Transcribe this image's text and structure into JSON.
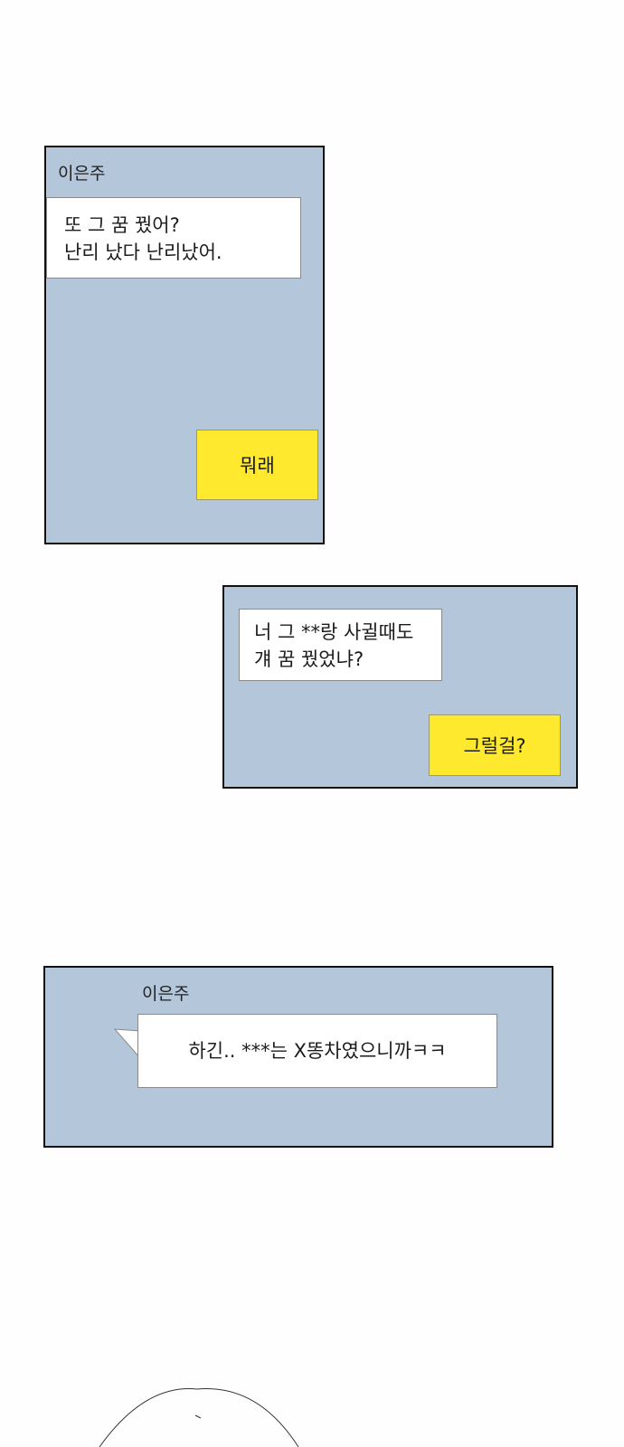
{
  "panel1": {
    "speaker": "이은주",
    "message_lines": [
      "또 그 꿈 꿨어?",
      "난리 났다 난리났어."
    ],
    "reply": "뭐래"
  },
  "panel2": {
    "message_lines": [
      "너 그 **랑 사귈때도",
      "걔 꿈 꿨었냐?"
    ],
    "reply": "그럴걸?"
  },
  "panel3": {
    "speaker": "이은주",
    "message": "하긴.. ***는 X똥차였으니까ㅋㅋ"
  },
  "colors": {
    "panel_bg": "#b3c6da",
    "reply_bg": "#ffe92f",
    "bubble_bg": "#ffffff"
  }
}
